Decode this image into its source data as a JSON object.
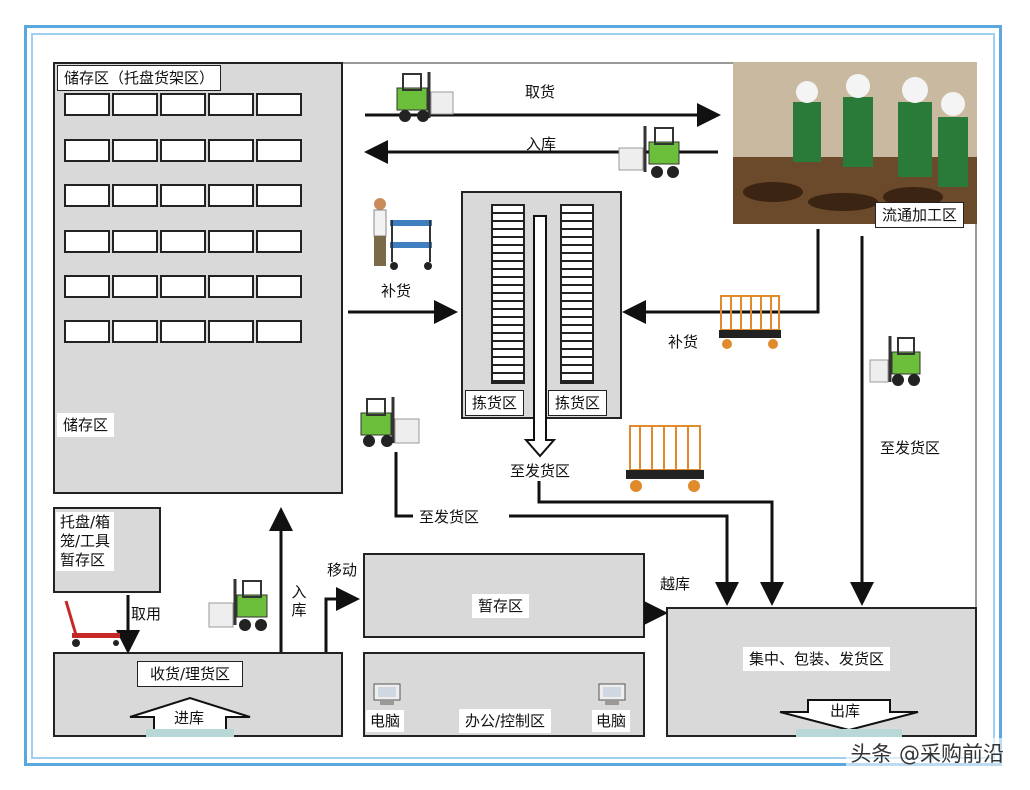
{
  "labels": {
    "storage_rack_zone": "储存区（托盘货架区）",
    "storage_zone": "储存区",
    "pallet_zone": "托盘/箱\n笼/工具\n暂存区",
    "receiving_zone": "收货/理货区",
    "temp_zone": "暂存区",
    "office_zone": "办公/控制区",
    "computer_left": "电脑",
    "computer_right": "电脑",
    "picking_zone_left": "拣货区",
    "picking_zone_right": "拣货区",
    "processing_zone": "流通加工区",
    "shipping_zone": "集中、包装、发货区"
  },
  "flows": {
    "take_goods": "取货",
    "inbound_top": "入库",
    "replenish_left": "补货",
    "replenish_right": "补货",
    "to_shipping_center": "至发货区",
    "to_shipping_mid": "至发货区",
    "to_shipping_right": "至发货区",
    "take_use": "取用",
    "inbound_vertical": "入\n库",
    "move": "移动",
    "cross_dock": "越库",
    "in_warehouse": "进库",
    "out_warehouse": "出库"
  },
  "watermark": "头条 @采购前沿",
  "colors": {
    "frame_outer": "#5aa8df",
    "frame_inner": "#9fd0f0",
    "zone_fill": "#d9d9d9",
    "forklift": "#6cbf3a",
    "cart": "#e08a2c"
  },
  "icons": [
    "forklift-icon",
    "cart-icon",
    "worker-icon",
    "computer-icon",
    "hand-truck-icon"
  ]
}
